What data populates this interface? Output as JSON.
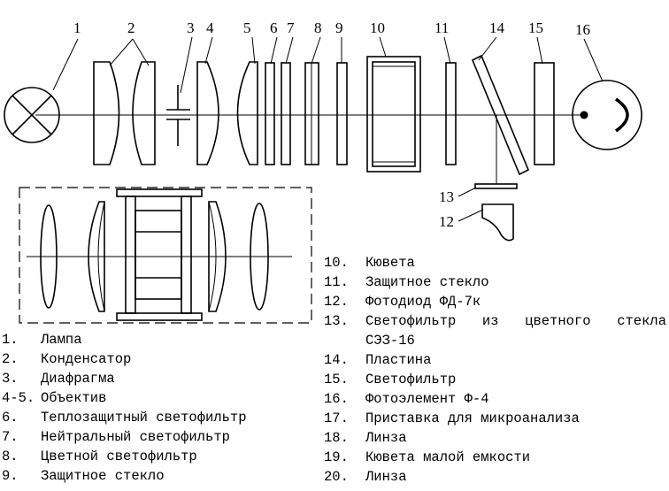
{
  "diagram": {
    "callouts": [
      "1",
      "2",
      "3",
      "4",
      "5",
      "6",
      "7",
      "8",
      "9",
      "10",
      "11",
      "14",
      "15",
      "16",
      "13",
      "12"
    ]
  },
  "legend": {
    "left": [
      {
        "num": "1.",
        "text": "Лампа"
      },
      {
        "num": "2.",
        "text": "Конденсатор"
      },
      {
        "num": "3.",
        "text": "Диафрагма"
      },
      {
        "num": "4-5.",
        "text": "Объектив"
      },
      {
        "num": "6.",
        "text": "Теплозащитный светофильтр"
      },
      {
        "num": "7.",
        "text": "Нейтральный светофильтр"
      },
      {
        "num": "8.",
        "text": "Цветной светофильтр"
      },
      {
        "num": "9.",
        "text": "Защитное стекло"
      }
    ],
    "right": [
      {
        "num": "10.",
        "text": "Кювета"
      },
      {
        "num": "11.",
        "text": "Защитное стекло"
      },
      {
        "num": "12.",
        "text": "Фотодиод ФД-7к"
      },
      {
        "num": "13.",
        "text": "Светофильтр из цветного стекла СЭЗ-16"
      },
      {
        "num": "14.",
        "text": "Пластина"
      },
      {
        "num": "15.",
        "text": "Светофильтр"
      },
      {
        "num": "16.",
        "text": "Фотоэлемент Ф-4"
      },
      {
        "num": "17.",
        "text": "Приставка для микроанализа"
      },
      {
        "num": "18.",
        "text": "Линза"
      },
      {
        "num": "19.",
        "text": "Кювета малой емкости"
      },
      {
        "num": "20.",
        "text": "Линза"
      }
    ]
  }
}
